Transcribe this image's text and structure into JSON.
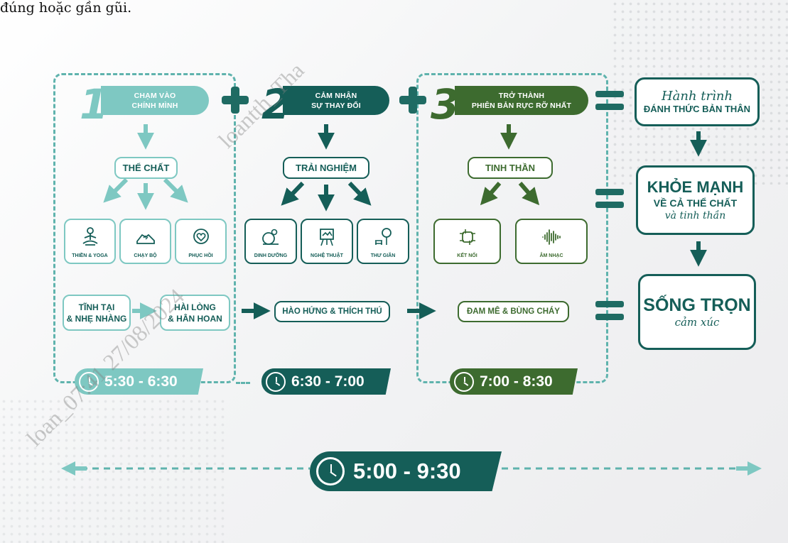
{
  "intro_text": "đúng hoặc gần gũi.",
  "watermarks": [
    "loan_07:41 27/08/2024",
    "loantth_Tha"
  ],
  "colors": {
    "light_teal": "#7ec8c2",
    "dark_teal": "#155e58",
    "olive_green": "#3d6b2f",
    "dash": "#5fb3ad"
  },
  "stages": [
    {
      "number": "1",
      "title": "CHẠM VÀO\nCHÍNH MÌNH",
      "category": "THỂ CHẤT",
      "activities": [
        {
          "label": "THIỀN & YOGA",
          "icon": "meditation-icon"
        },
        {
          "label": "CHẠY BỘ",
          "icon": "running-shoe-icon"
        },
        {
          "label": "PHỤC HỒI",
          "icon": "heart-recovery-icon"
        }
      ],
      "feelings": [
        "TĨNH TẠI\n& NHẸ NHÀNG",
        "HÀI LÒNG\n& HÂN HOAN"
      ],
      "time": "5:30 - 6:30"
    },
    {
      "number": "2",
      "title": "CẢM NHẬN\nSỰ THAY ĐỔI",
      "category": "TRẢI NGHIỆM",
      "activities": [
        {
          "label": "DINH DƯỠNG",
          "icon": "nutrition-icon"
        },
        {
          "label": "NGHỆ THUẬT",
          "icon": "easel-icon"
        },
        {
          "label": "THƯ GIÃN",
          "icon": "park-relax-icon"
        }
      ],
      "feelings": [
        "HÀO HỨNG & THÍCH THÚ"
      ],
      "time": "6:30 - 7:00"
    },
    {
      "number": "3",
      "title": "TRỞ THÀNH\nPHIÊN BẢN RỰC RỠ NHẤT",
      "category": "TINH THẦN",
      "activities": [
        {
          "label": "KẾT NỐI",
          "icon": "connect-hands-icon"
        },
        {
          "label": "ÂM NHẠC",
          "icon": "sound-wave-icon"
        }
      ],
      "feelings": [
        "ĐAM MÊ & BÙNG CHÁY"
      ],
      "time": "7:00 - 8:30"
    }
  ],
  "results": [
    {
      "script": "Hành trình",
      "bold": "ĐÁNH THỨC BẢN THÂN"
    },
    {
      "bold": "KHỎE MẠNH",
      "bold2": "VỀ CẢ THỂ CHẤT",
      "script": "và tinh thần"
    },
    {
      "bold": "SỐNG TRỌN",
      "script": "cảm xúc"
    }
  ],
  "total_time": "5:00 - 9:30"
}
